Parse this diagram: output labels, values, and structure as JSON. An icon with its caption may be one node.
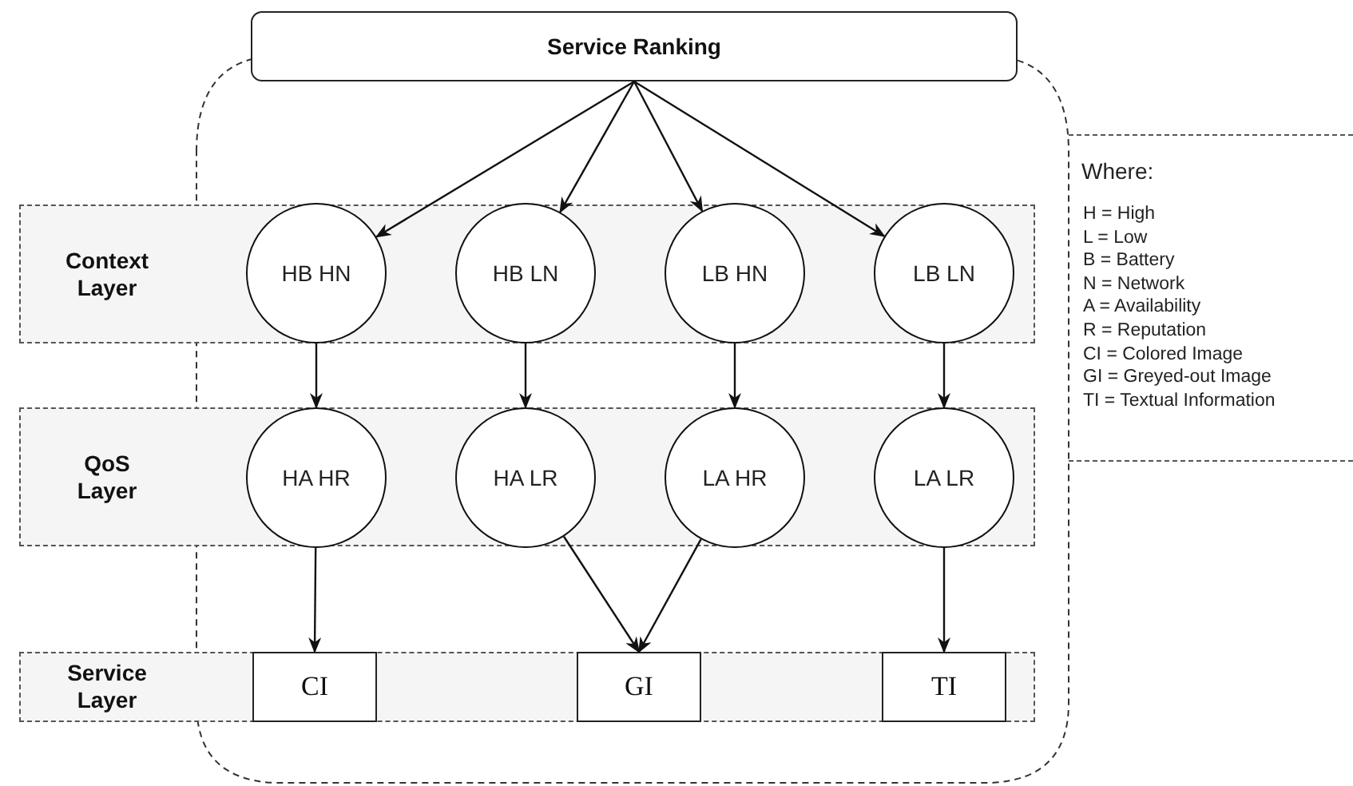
{
  "diagram": {
    "nodes": [
      {
        "text": [
          "Service Ranking"
        ]
      },
      {
        "text": [
          "Context Layer"
        ]
      },
      {
        "text": [
          "HB HN"
        ],
        "in": 1
      },
      {
        "text": [
          "HB LN"
        ],
        "in": 1
      },
      {
        "text": [
          "LB HN"
        ],
        "in": 1
      },
      {
        "text": [
          "LB LN"
        ],
        "in": 1
      },
      {
        "text": [
          "QoS Layer"
        ]
      },
      {
        "text": [
          "HA HR"
        ],
        "in": 6
      },
      {
        "text": [
          "HA LR"
        ],
        "in": 6
      },
      {
        "text": [
          "LA HR"
        ],
        "in": 6
      },
      {
        "text": [
          "LA LR"
        ],
        "in": 6
      },
      {
        "text": [
          "Service Layer"
        ]
      },
      {
        "text": [
          "CI"
        ],
        "in": 11
      },
      {
        "text": [
          "GI"
        ],
        "in": 11
      },
      {
        "text": [
          "TI"
        ],
        "in": 11
      }
    ],
    "edges": [
      {
        "from": 0,
        "to": 2,
        "arrow": "to"
      },
      {
        "from": 0,
        "to": 3,
        "arrow": "to"
      },
      {
        "from": 0,
        "to": 4,
        "arrow": "to"
      },
      {
        "from": 0,
        "to": 5,
        "arrow": "to"
      },
      {
        "from": 2,
        "to": 7,
        "arrow": "to"
      },
      {
        "from": 3,
        "to": 8,
        "arrow": "to"
      },
      {
        "from": 4,
        "to": 9,
        "arrow": "to"
      },
      {
        "from": 5,
        "to": 10,
        "arrow": "to"
      },
      {
        "from": 7,
        "to": 12,
        "arrow": "to"
      },
      {
        "from": 8,
        "to": 13,
        "arrow": "to"
      },
      {
        "from": 9,
        "to": 13,
        "arrow": "to"
      },
      {
        "from": 10,
        "to": 14,
        "arrow": "to"
      }
    ],
    "labels": [
      "Where:",
      "H = High",
      "L = Low",
      "B = Battery",
      "N = Network",
      "A = Availability",
      "R = Reputation",
      "CI = Colored Image",
      "GI = Greyed-out Image",
      "TI = Textual Information"
    ]
  }
}
